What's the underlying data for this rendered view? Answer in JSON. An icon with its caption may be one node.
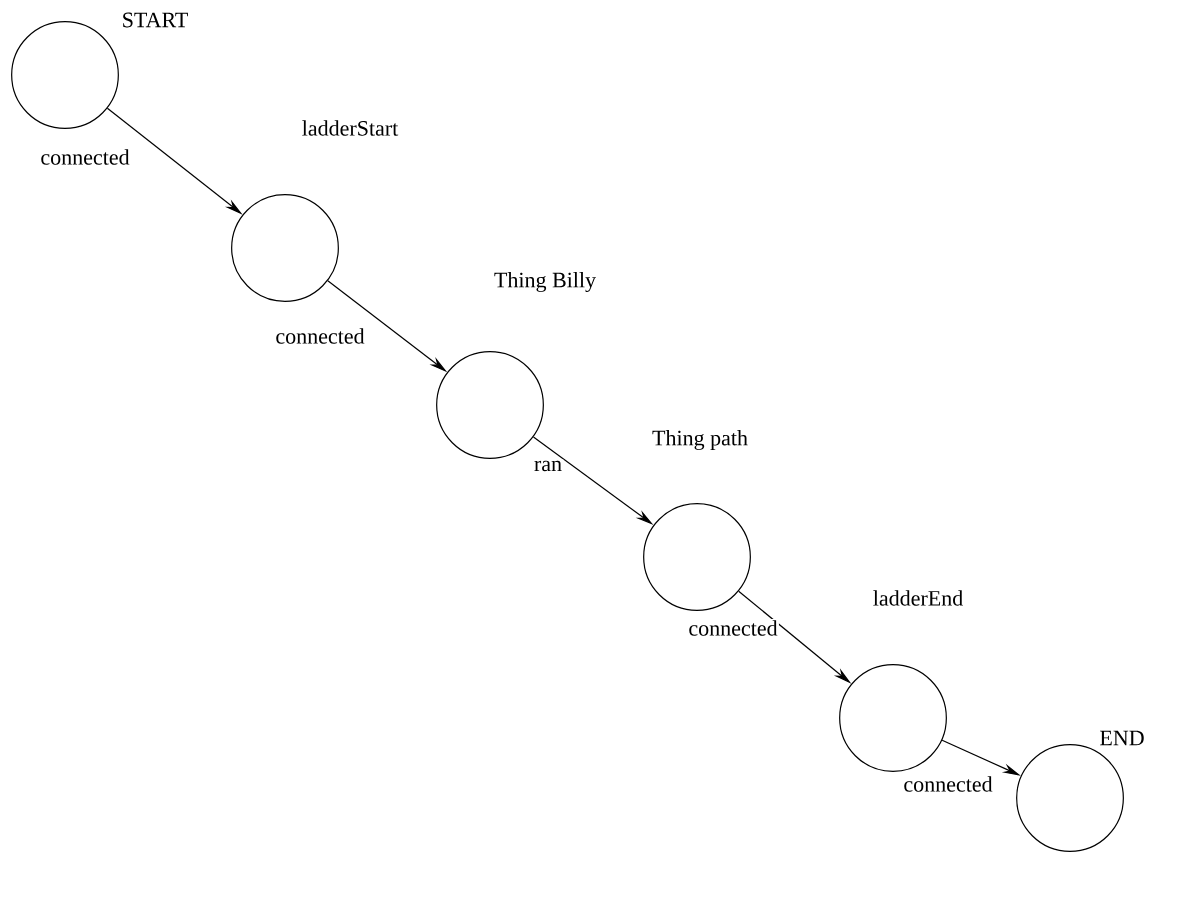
{
  "diagram": {
    "nodes": [
      {
        "text": [
          "START"
        ]
      },
      {
        "text": [
          "ladderStart"
        ]
      },
      {
        "text": [
          "Thing Billy"
        ]
      },
      {
        "text": [
          "Thing path"
        ]
      },
      {
        "text": [
          "ladderEnd"
        ]
      },
      {
        "text": [
          "END"
        ]
      }
    ],
    "edges": [
      {
        "from": 0,
        "to": 1,
        "arrow": "to",
        "label": "connected"
      },
      {
        "from": 1,
        "to": 2,
        "arrow": "to",
        "label": "connected"
      },
      {
        "from": 2,
        "to": 3,
        "arrow": "to",
        "label": "ran"
      },
      {
        "from": 3,
        "to": 4,
        "arrow": "to",
        "label": "connected"
      },
      {
        "from": 4,
        "to": 5,
        "arrow": "to",
        "label": "connected"
      }
    ]
  }
}
